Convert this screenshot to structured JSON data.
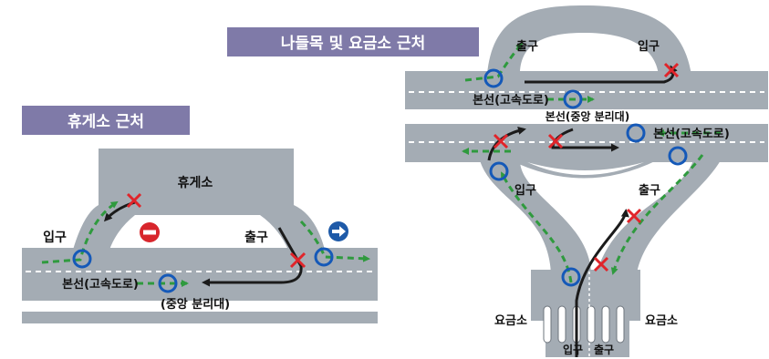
{
  "colors": {
    "road": "#a4acb4",
    "road_edge": "#8d949c",
    "title_bg": "#7f7aa8",
    "title_text": "#ffffff",
    "normal_path": "#2f9a3e",
    "wrong_path": "#1b1b1b",
    "ok_marker": "#1559b8",
    "x_marker": "#e0242a",
    "no_entry": "#d8262c",
    "go_sign": "#1e5aa8"
  },
  "rest_area": {
    "title": "휴게소 근처",
    "facility_label": "휴게소",
    "entrance_label": "입구",
    "exit_label": "출구",
    "main_road_label": "본선(고속도로)",
    "median_label": "(중앙 분리대)",
    "no_entry_icon": "no-entry-sign",
    "one_way_icon": "one-way-arrow-sign"
  },
  "interchange": {
    "title": "나들목 및 요금소 근처",
    "top_exit_label": "출구",
    "top_entrance_label": "입구",
    "main_road_upper_label": "본선(고속도로)",
    "median_label": "본선(중앙 분리대)",
    "main_road_lower_label": "본선(고속도로)",
    "left_ramp_label": "입구",
    "right_ramp_label": "출구",
    "tollgate_left_label": "요금소",
    "tollgate_right_label": "요금소",
    "bottom_entrance_label": "입구",
    "bottom_exit_label": "출구"
  }
}
